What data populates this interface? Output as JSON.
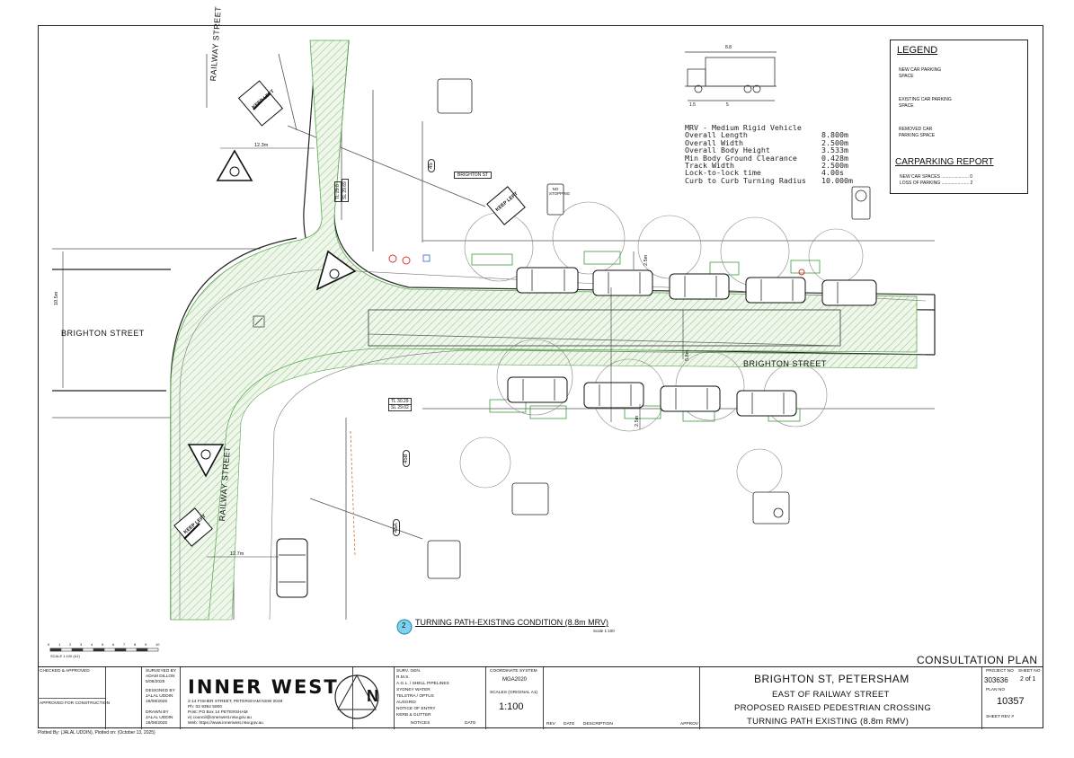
{
  "plan_header": "CONSULTATION PLAN",
  "streets": {
    "railway_top": "RAILWAY STREET",
    "railway_bottom": "RAILWAY STREET",
    "brighton_left": "BRIGHTON STREET",
    "brighton_right": "BRIGHTON STREET",
    "brighton_sign": "BRIGHTON ST"
  },
  "dimensions": {
    "d_12_3m": "12.3m",
    "d_10_5m": "10.5m",
    "d_12_7m": "12.7m",
    "d_2_5m_a": "2.5m",
    "d_2_5m_b": "2.5m",
    "d_5_8m": "5.8m",
    "vehicle_len": "8.8",
    "vehicle_a": "1.5",
    "vehicle_b": "5"
  },
  "levels": {
    "top_a": "TL 29.8",
    "top_b": "SL 29.69",
    "bot_a": "TL 30.29",
    "bot_b": "SL 29.02"
  },
  "lot_numbers": [
    "45",
    "45B",
    "45A"
  ],
  "signs": {
    "keep_left": "KEEP LEFT",
    "no_stopping": "NO STOPPING"
  },
  "vehicle_spec": {
    "title": "MRV - Medium Rigid Vehicle",
    "rows": [
      {
        "k": "Overall Length",
        "v": "8.800m"
      },
      {
        "k": "Overall Width",
        "v": "2.500m"
      },
      {
        "k": "Overall Body Height",
        "v": "3.533m"
      },
      {
        "k": "Min Body Ground Clearance",
        "v": "0.428m"
      },
      {
        "k": "Track Width",
        "v": "2.500m"
      },
      {
        "k": "Lock-to-lock time",
        "v": "4.00s"
      },
      {
        "k": "Curb to Curb Turning Radius",
        "v": "10.000m"
      }
    ]
  },
  "legend": {
    "title": "LEGEND",
    "items": [
      {
        "label": "NEW CAR PARKING SPACE",
        "tag": "NEW"
      },
      {
        "label": "EXISTING CAR PARKING SPACE",
        "tag": ""
      },
      {
        "label": "REMOVED CAR PARKING SPACE",
        "tag": ""
      }
    ],
    "report_title": "CARPARKING REPORT",
    "report_rows": [
      {
        "k": "NEW CAR SPACES",
        "v": "0"
      },
      {
        "k": "LOSS OF PARKING",
        "v": "2"
      }
    ]
  },
  "caption": {
    "number": "2",
    "title": "TURNING PATH-EXISTING CONDITION (8.8m MRV)",
    "scale": "Scale 1:100"
  },
  "scale_bar": {
    "ticks": [
      "0",
      "1",
      "2",
      "3",
      "4",
      "5",
      "6",
      "7",
      "8",
      "9",
      "10"
    ],
    "label": "SCALE 1:100 (A1)"
  },
  "title_block": {
    "checked": "CHECKED & APPROVED",
    "approved": "APPROVED FOR CONSTRUCTION",
    "surveyed_label": "SURVEYED BY",
    "surveyed_name": "ADAM DILLON",
    "surveyed_date": "5/08/2025",
    "designed_label": "DESIGNED BY",
    "designed_name": "JALAL UDDIN",
    "designed_date": "18/08/2025",
    "drawn_label": "DRAWN BY",
    "drawn_name": "JALAL UDDIN",
    "drawn_date": "18/08/2025",
    "council": "INNER WEST",
    "address": "2-14 FISHER STREET, PETERSHAM NSW 2049",
    "phone": "02 9392 5000",
    "post": "PO Box 14 PETERSHAM",
    "email": "council@innerwest.nsw.gov.au",
    "web": "https://www.innerwest.nsw.gov.au",
    "phone_label": "Ph:",
    "post_label": "Post:",
    "email_label": "e)",
    "web_label": "Web:",
    "north": "N",
    "notices_rows": [
      "SURV. GEN.",
      "R.M.S.",
      "A.G.L. / SHELL PIPELINES",
      "SYDNEY WATER",
      "TELSTRA / OPTUS",
      "AUSGRID",
      "NOTICE OF ENTRY",
      "KERB & GUTTER"
    ],
    "notices_label": "NOTICES",
    "date_label": "DATE",
    "coord_label": "COORDINATE SYSTEM",
    "coord_value": "MGA2020",
    "scales_label": "SCALES",
    "scales_original": "(ORIGINAL A1)",
    "scale_value": "1:100",
    "rev_label": "REV",
    "rev_date_label": "DATE",
    "desc_label": "DESCRIPTION",
    "approv_label": "APPROV",
    "title1": "BRIGHTON ST, PETERSHAM",
    "title2": "EAST OF RAILWAY STREET",
    "title3": "PROPOSED RAISED PEDESTRIAN CROSSING",
    "title4": "TURNING PATH EXISTING (8.8m RMV)",
    "project_label": "PROJECT NO",
    "project_no": "303636",
    "sheet_label": "SHEET NO",
    "sheet_no": "2 of 1",
    "plan_label": "PLAN NO",
    "plan_no": "10357",
    "sheet_rev": "SHEET REV #"
  },
  "plotted": "Plotted By: (JALAL UDDIN),  Plotted on: (October 13, 2025)"
}
